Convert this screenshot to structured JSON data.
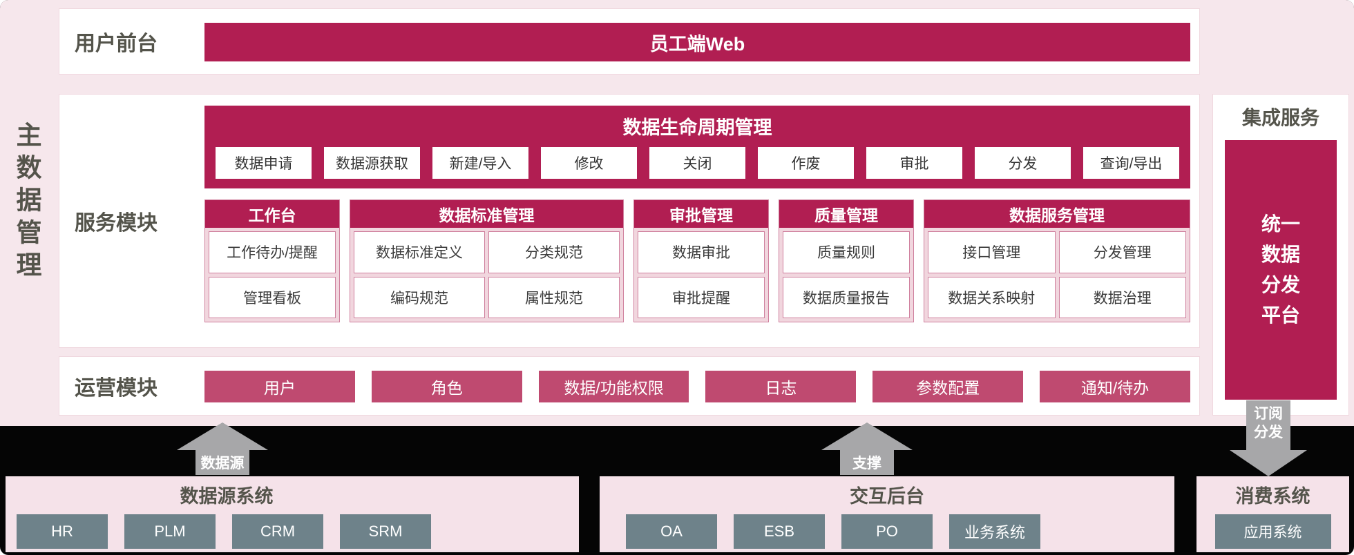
{
  "colors": {
    "crimson": "#b11e52",
    "crimson_light": "#bf4a70",
    "gray_button": "#6e828a",
    "page_pink": "#f6e7ec",
    "panel_pink": "#f5e2e9",
    "arrow_gray": "#a7a7a9",
    "text_dark": "#54544b",
    "black_band": "#050505"
  },
  "page": {
    "vertical_title": "主数据管理"
  },
  "frontend": {
    "label": "用户前台",
    "bar_label": "员工端Web"
  },
  "service": {
    "label": "服务模块",
    "lifecycle": {
      "title": "数据生命周期管理",
      "buttons": [
        "数据申请",
        "数据源获取",
        "新建/导入",
        "修改",
        "关闭",
        "作废",
        "审批",
        "分发",
        "查询/导出"
      ]
    },
    "groups": [
      {
        "title": "工作台",
        "cells": [
          "工作待办/提醒",
          "管理看板"
        ]
      },
      {
        "title": "数据标准管理",
        "cells": [
          "数据标准定义",
          "分类规范",
          "编码规范",
          "属性规范"
        ]
      },
      {
        "title": "审批管理",
        "cells": [
          "数据审批",
          "审批提醒"
        ]
      },
      {
        "title": "质量管理",
        "cells": [
          "质量规则",
          "数据质量报告"
        ]
      },
      {
        "title": "数据服务管理",
        "cells": [
          "接口管理",
          "分发管理",
          "数据关系映射",
          "数据治理"
        ]
      }
    ]
  },
  "operations": {
    "label": "运营模块",
    "buttons": [
      "用户",
      "角色",
      "数据/功能权限",
      "日志",
      "参数配置",
      "通知/待办"
    ]
  },
  "integration": {
    "label": "集成服务",
    "platform_lines": [
      "统一",
      "数据",
      "分发",
      "平台"
    ]
  },
  "arrows": {
    "datasource": "数据源",
    "support": "支撑",
    "subscribe_lines": [
      "订阅",
      "分发"
    ]
  },
  "bottom_panels": [
    {
      "title": "数据源系统",
      "buttons": [
        "HR",
        "PLM",
        "CRM",
        "SRM"
      ]
    },
    {
      "title": "交互后台",
      "buttons": [
        "OA",
        "ESB",
        "PO",
        "业务系统"
      ]
    },
    {
      "title": "消费系统",
      "buttons": [
        "应用系统"
      ]
    }
  ]
}
